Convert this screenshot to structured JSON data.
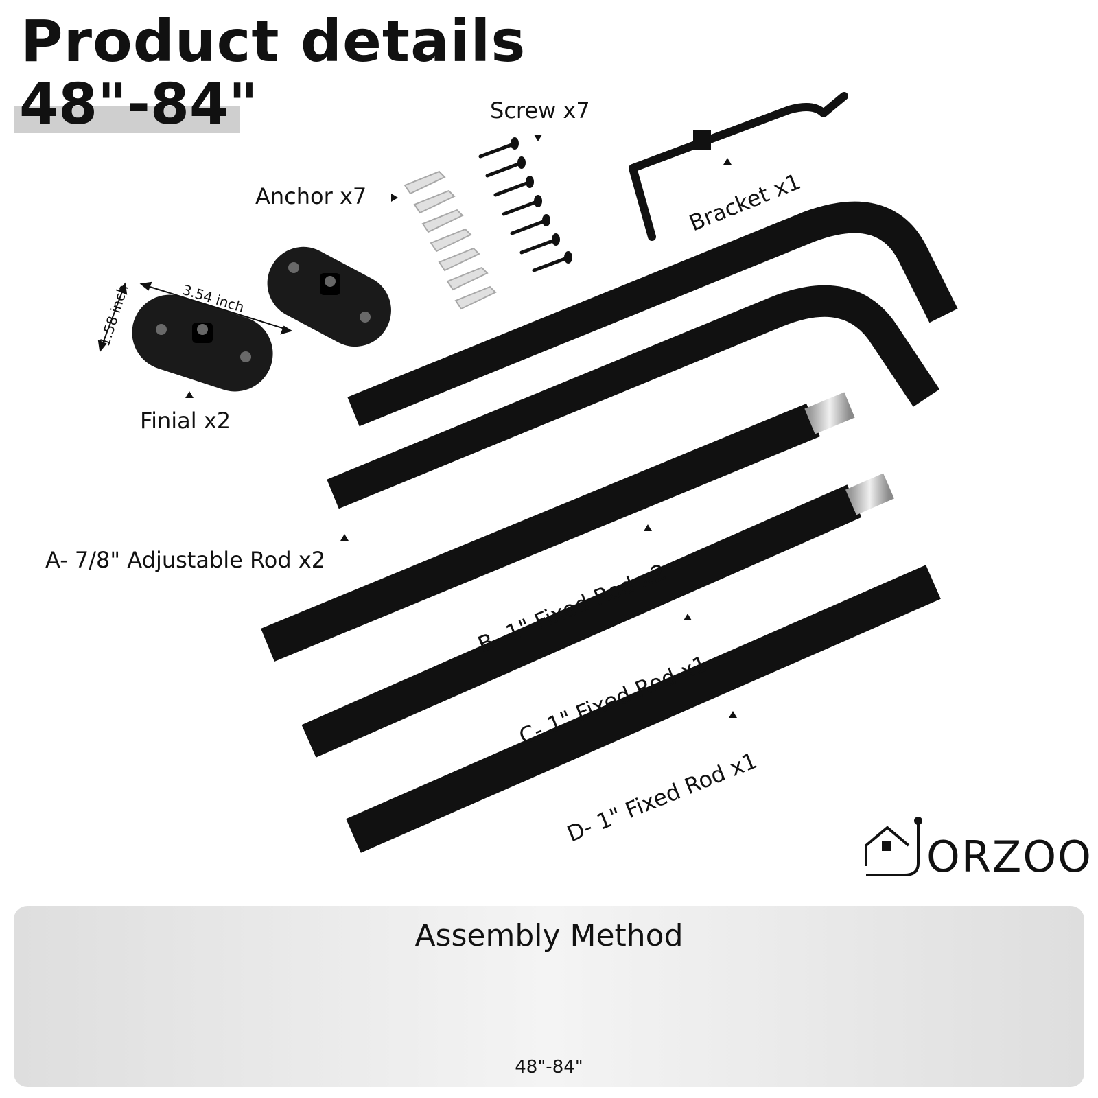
{
  "header": {
    "title": "Product details",
    "size_range": "48\"-84\""
  },
  "labels": {
    "screw": "Screw x7",
    "anchor": "Anchor x7",
    "bracket": "Bracket x1",
    "finial": "Finial x2",
    "finial_width": "3.54 inch",
    "finial_height": "1.58 inch",
    "rod_a": "A- 7/8\" Adjustable Rod x2",
    "rod_b": "B- 1\" Fixed Rod x2",
    "rod_c": "C- 1\" Fixed Rod x1",
    "rod_d": "D- 1\" Fixed Rod x1"
  },
  "brand": {
    "logo_text": "ORZOO",
    "accent_color": "#f0a030"
  },
  "assembly": {
    "title": "Assembly Method",
    "dimension": "48\"-84\""
  },
  "colors": {
    "rod": "#111111",
    "highlight_bar": "#cfcfcf",
    "panel": "#e6e6e6"
  }
}
